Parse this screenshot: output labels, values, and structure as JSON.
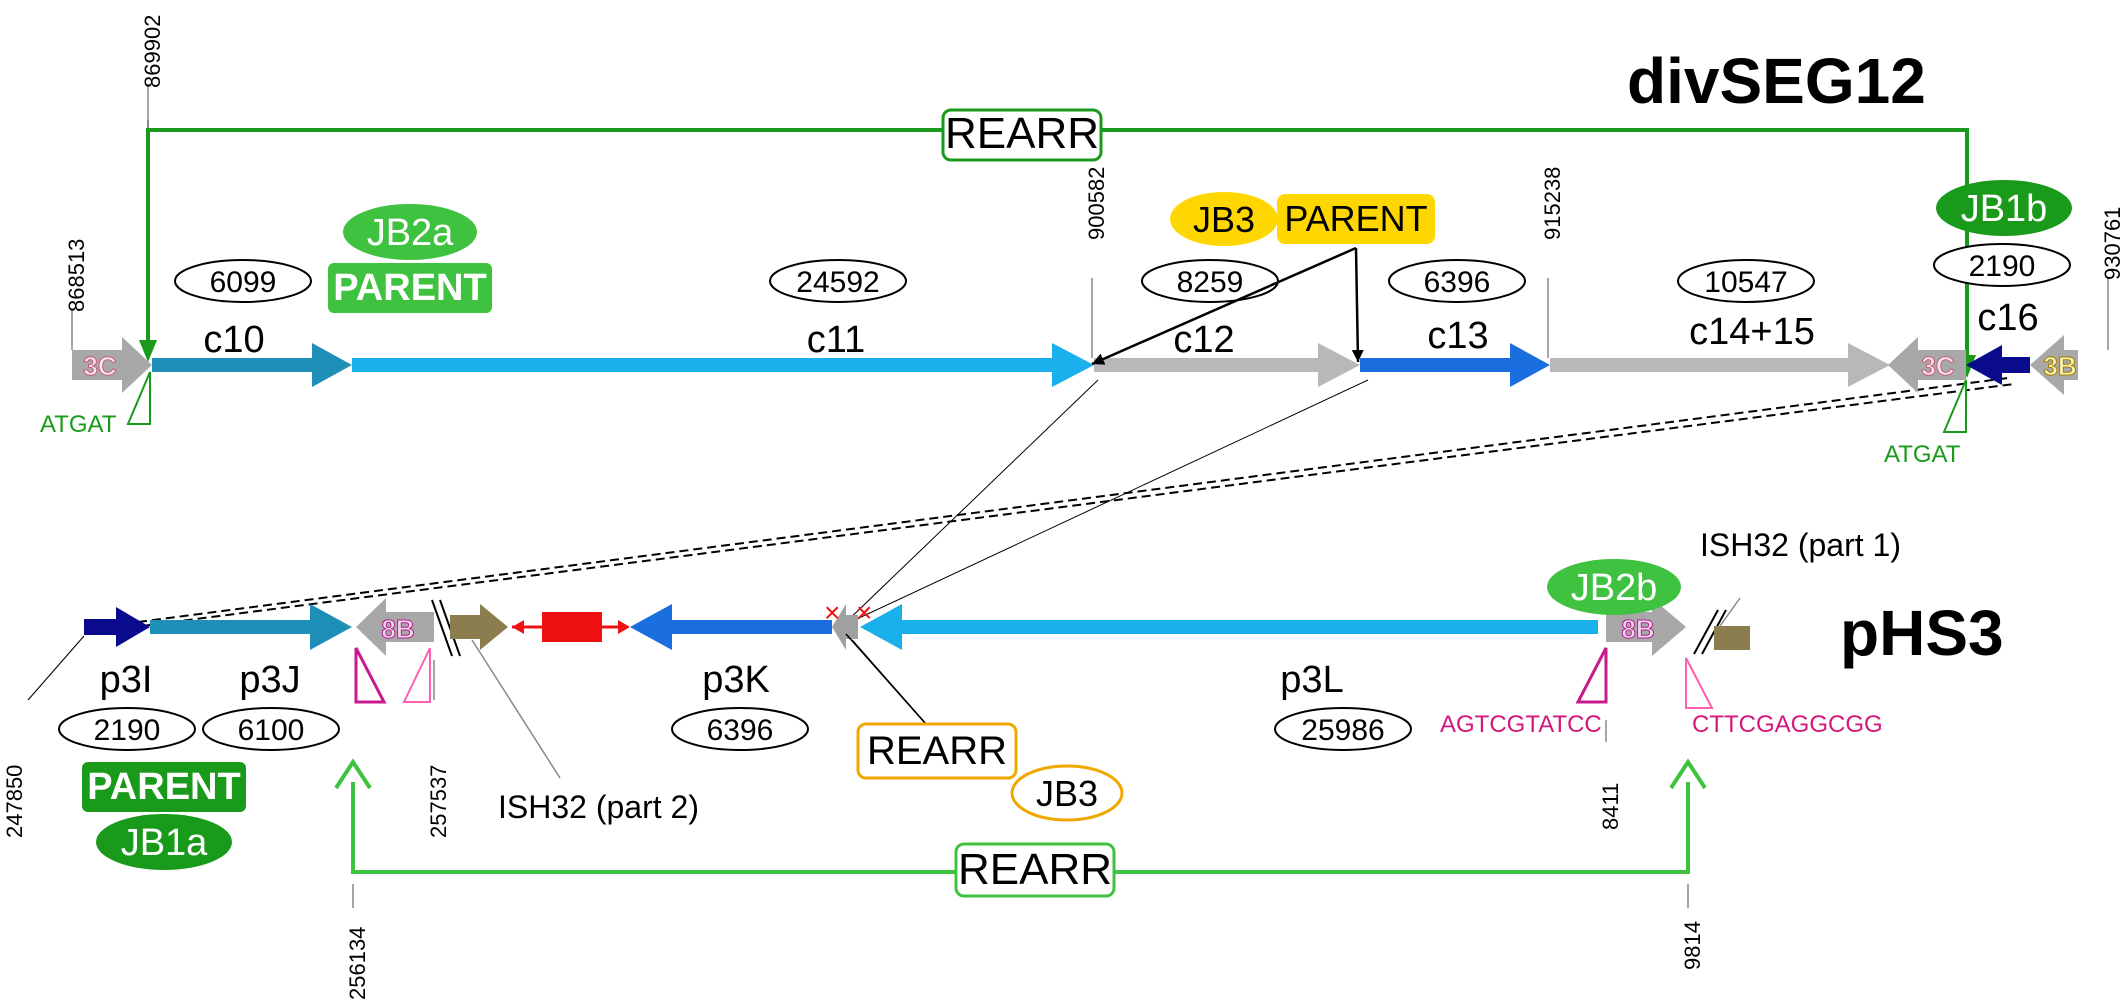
{
  "titles": {
    "top": "divSEG12",
    "bottom": "pHS3"
  },
  "top_track": {
    "segments": [
      "c10",
      "c11",
      "c12",
      "c13",
      "c14+15",
      "c16"
    ],
    "lengths": [
      "6099",
      "24592",
      "8259",
      "6396",
      "10547",
      "2190"
    ],
    "coords": [
      "869902",
      "868513",
      "900582",
      "915238",
      "930761"
    ],
    "arrow_labels": [
      "3C",
      "3C",
      "3B"
    ],
    "seq_left": "ATGAT",
    "seq_right": "ATGAT"
  },
  "bottom_track": {
    "segments": [
      "p3I",
      "p3J",
      "p3K",
      "p3L"
    ],
    "lengths": [
      "2190",
      "6100",
      "6396",
      "25986"
    ],
    "coords": [
      "247850",
      "257537",
      "256134",
      "8411",
      "9814"
    ],
    "arrow_labels": [
      "8B",
      "8B"
    ],
    "ish_part1": "ISH32 (part 1)",
    "ish_part2": "ISH32 (part 2)",
    "seq_left": "AGTCGTATCC",
    "seq_right": "CTTCGAGGCGG"
  },
  "tags": {
    "rearr_top": "REARR",
    "rearr_bottom": "REARR",
    "rearr_mid": "REARR",
    "jb1a": "JB1a",
    "jb1b": "JB1b",
    "jb2a": "JB2a",
    "jb2b": "JB2b",
    "jb3_top": "JB3",
    "jb3_mid": "JB3",
    "parent_jb2a": "PARENT",
    "parent_jb3": "PARENT",
    "parent_jb1a": "PARENT"
  },
  "colors": {
    "dark_green": "#1a9a1a",
    "green": "#3fc23f",
    "light_green": "#2ecc40",
    "yellow": "#ffd700",
    "orange": "#f0a800",
    "grey": "#b8b8b8",
    "dark_grey": "#a0a0a0",
    "light_blue": "#19b0ec",
    "teal": "#1e90b8",
    "blue": "#1a6ee0",
    "navy": "#0a0a8c",
    "olive": "#8c7d4f",
    "red": "#ee1111",
    "magenta": "#c81a8c",
    "pink": "#ff5fb0"
  }
}
